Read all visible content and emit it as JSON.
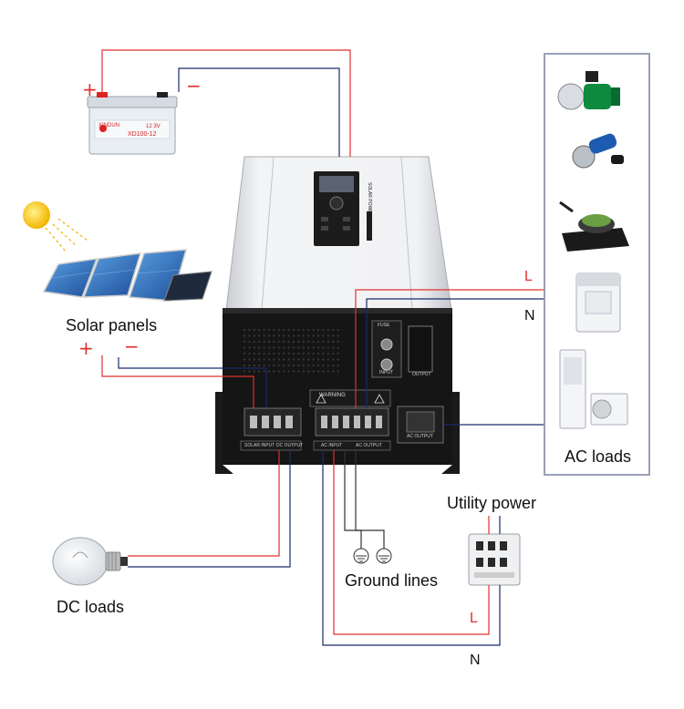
{
  "labels": {
    "solar_panels": "Solar panels",
    "ac_loads": "AC loads",
    "dc_loads": "DC loads",
    "ground_lines": "Ground lines",
    "utility_power": "Utility power",
    "line_top": "L",
    "neutral_top": "N",
    "line_bottom": "L",
    "neutral_bottom": "N",
    "battery_plus": "+",
    "battery_minus": "−",
    "solar_plus": "+",
    "solar_minus": "−"
  },
  "device": {
    "battery_brand": "XINDUN",
    "battery_model": "XD100-12",
    "battery_voltage": "12 3V",
    "panel_title": "SOLAR POWER INVERTER",
    "warning_text": "WARNING",
    "fuse_label": "FUSE",
    "input_label": "INPUT",
    "output_label": "OUTPUT",
    "solar_input_label": "SOLAR INPUT",
    "dc_output_label": "DC OUTPUT",
    "ac_input_label": "AC INPUT",
    "ac_output_label": "AC OUTPUT",
    "ac_output_small": "AC OUTPUT"
  },
  "colors": {
    "live_wire": "#e03030",
    "neutral_wire": "#1a2a6a",
    "sign_red": "#e03030",
    "panel_border": "#9aa0b8"
  },
  "ac_load_icons": [
    "water-pump-icon",
    "angle-grinder-icon",
    "induction-cooker-icon",
    "washing-machine-icon",
    "air-conditioner-icon"
  ]
}
